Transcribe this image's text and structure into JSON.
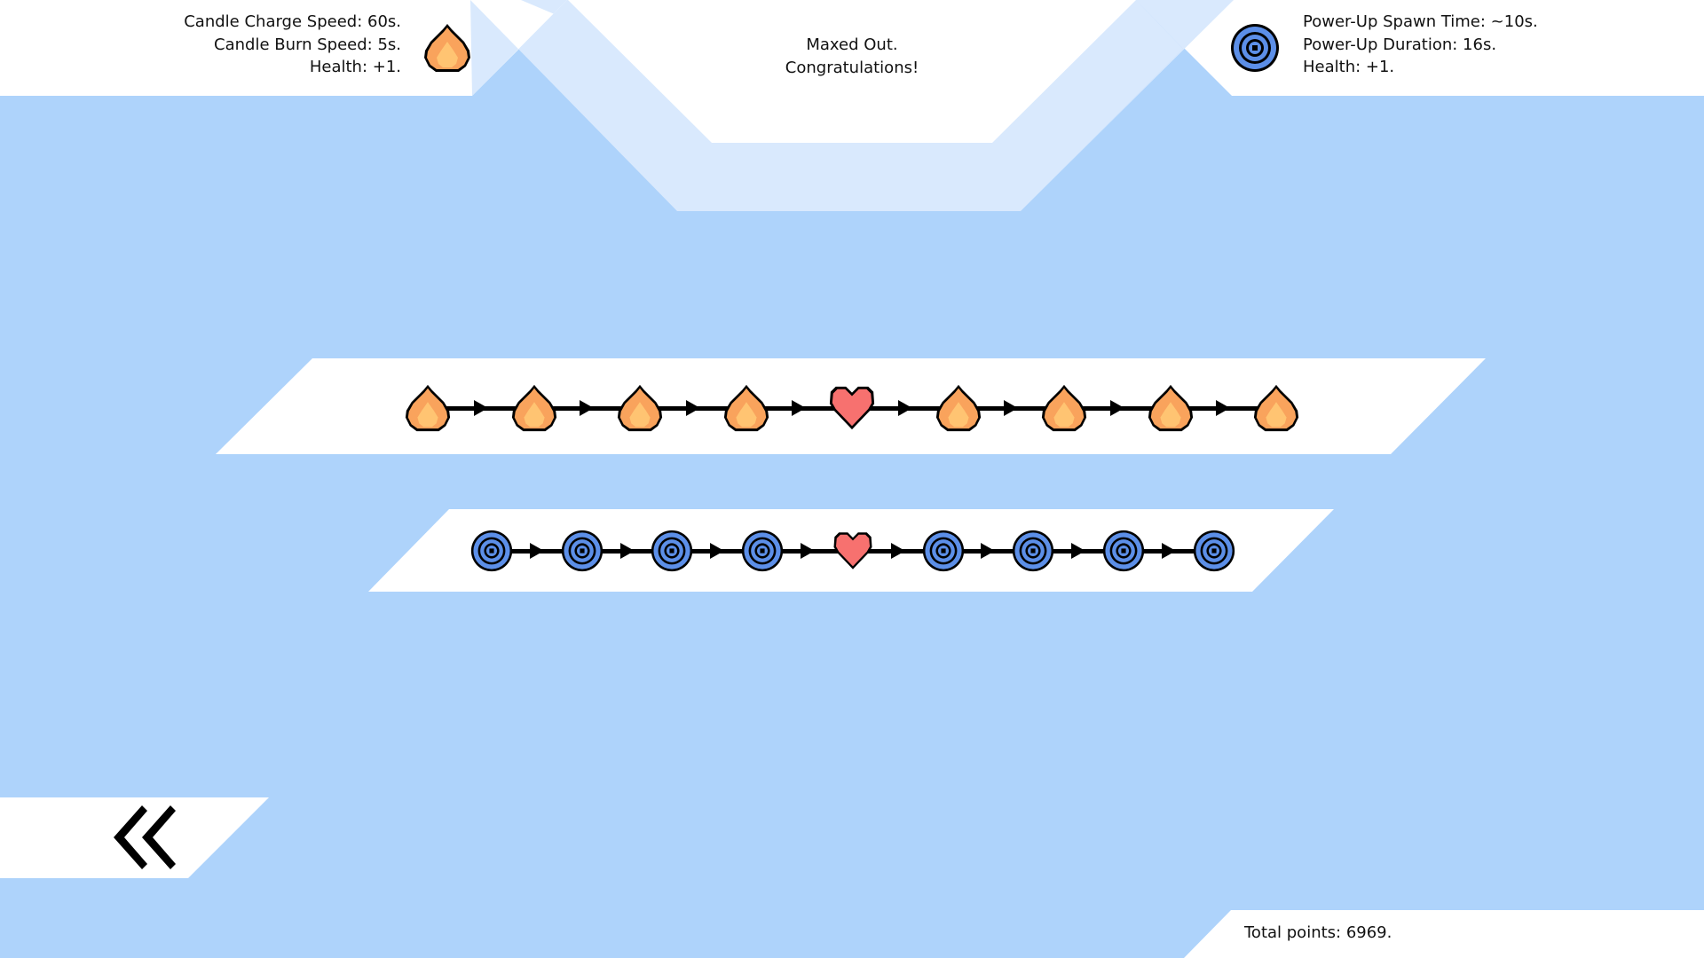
{
  "candle_stats": {
    "charge_speed": "Candle Charge Speed: 60s.",
    "burn_speed": "Candle Burn Speed: 5s.",
    "health": "Health: +1."
  },
  "powerup_stats": {
    "spawn_time": "Power-Up Spawn Time: ~10s.",
    "duration": "Power-Up Duration: 16s.",
    "health": "Health: +1."
  },
  "status_message": {
    "line1": "Maxed Out.",
    "line2": "Congratulations!"
  },
  "total_points": "Total points: 6969.",
  "candle_track": [
    "flame-icon",
    "flame-icon",
    "flame-icon",
    "flame-icon",
    "heart-icon",
    "flame-icon",
    "flame-icon",
    "flame-icon",
    "flame-icon"
  ],
  "powerup_track": [
    "target-icon",
    "target-icon",
    "target-icon",
    "target-icon",
    "heart-icon",
    "target-icon",
    "target-icon",
    "target-icon",
    "target-icon"
  ],
  "back_button_icon": "double-chevron-left-icon",
  "colors": {
    "background": "#aed3fb",
    "panel": "#ffffff",
    "panel_light": "#d9e9fd",
    "flame_outer": "#f9a35c",
    "flame_inner": "#ffc472",
    "heart": "#f7716f",
    "target": "#5c8fe8"
  }
}
